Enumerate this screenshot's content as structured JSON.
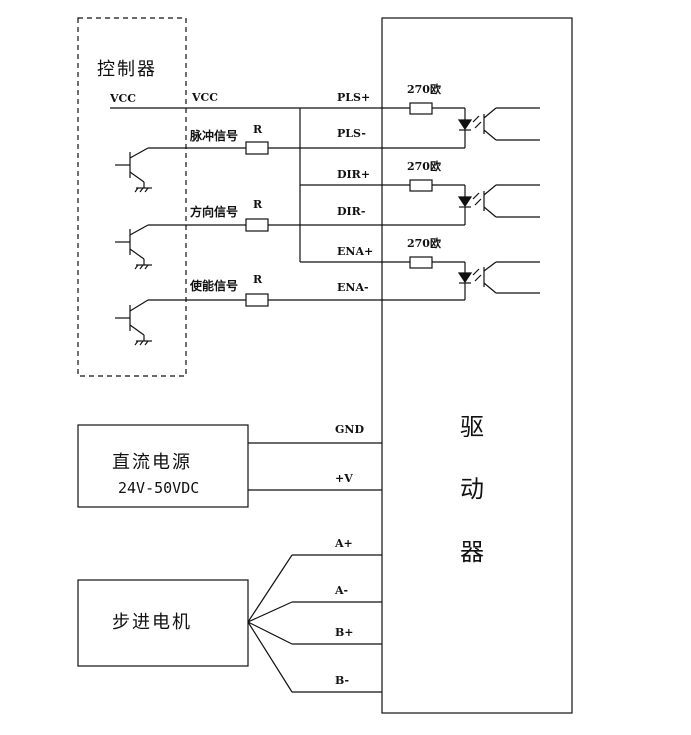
{
  "controller": {
    "title": "控制器",
    "vcc_label": "VCC"
  },
  "signals": [
    {
      "name": "脉冲信号",
      "resistor": "R"
    },
    {
      "name": "方向信号",
      "resistor": "R"
    },
    {
      "name": "使能信号",
      "resistor": "R"
    }
  ],
  "common": {
    "vcc": "VCC"
  },
  "driver": {
    "title_chars": [
      "驱",
      "动",
      "器"
    ],
    "inputs": [
      {
        "label": "PLS+",
        "resistor": "270欧"
      },
      {
        "label": "PLS-"
      },
      {
        "label": "DIR+",
        "resistor": "270欧"
      },
      {
        "label": "DIR-"
      },
      {
        "label": "ENA+",
        "resistor": "270欧"
      },
      {
        "label": "ENA-"
      }
    ],
    "power_pins": [
      "GND",
      "+V"
    ],
    "motor_pins": [
      "A+",
      "A-",
      "B+",
      "B-"
    ]
  },
  "power_supply": {
    "title": "直流电源",
    "spec": "24V-50VDC"
  },
  "motor": {
    "title": "步进电机"
  },
  "colors": {
    "line": "#111111",
    "background": "#ffffff"
  }
}
